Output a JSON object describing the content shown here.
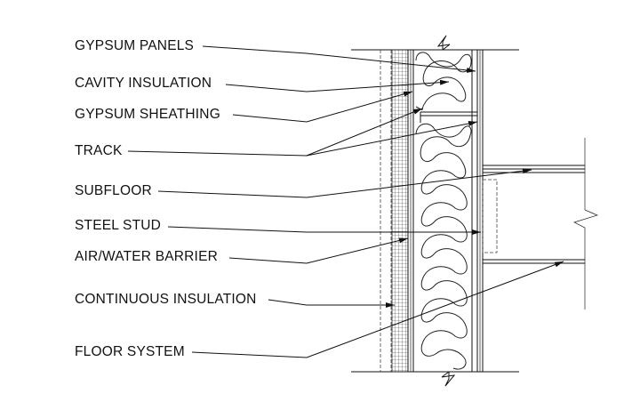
{
  "labels": {
    "gypsum_panels": "GYPSUM PANELS",
    "cavity_insulation": "CAVITY INSULATION",
    "gypsum_sheathing": "GYPSUM SHEATHING",
    "track": "TRACK",
    "subfloor": "SUBFLOOR",
    "steel_stud": "STEEL STUD",
    "air_water_barrier": "AIR/WATER BARRIER",
    "continuous_insulation": "CONTINUOUS INSULATION",
    "floor_system": "FLOOR SYSTEM"
  }
}
